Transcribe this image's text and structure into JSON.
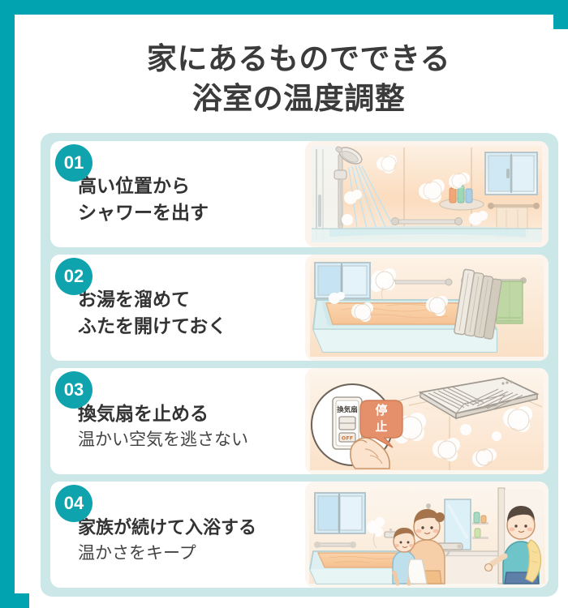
{
  "page": {
    "title_lines": [
      "家にあるものでできる",
      "浴室の温度調整"
    ],
    "accent_color": "#00A3AF",
    "badge_color": "#0FA3AE",
    "panel_color": "#CCE7E8",
    "card_color": "#FFFFFF",
    "text_color": "#333333"
  },
  "items": [
    {
      "number": "01",
      "main": "高い位置から",
      "main2": "シャワーを出す",
      "sub": "",
      "illustration": "bathroom-shower-steam"
    },
    {
      "number": "02",
      "main": "お湯を溜めて",
      "main2": "ふたを開けておく",
      "sub": "",
      "illustration": "bathtub-open-lid-steam"
    },
    {
      "number": "03",
      "main": "換気扇を止める",
      "main2": "",
      "sub": "温かい空気を逃さない",
      "illustration": "ceiling-vent-fan-switch-off"
    },
    {
      "number": "04",
      "main": "家族が続けて入浴する",
      "main2": "",
      "sub": "温かさをキープ",
      "illustration": "family-bathing-in-sequence"
    }
  ],
  "illustration_labels": {
    "fan_switch_panel": "換気扇",
    "fan_switch_off": "OFF",
    "fan_stop_bubble": "停止"
  }
}
